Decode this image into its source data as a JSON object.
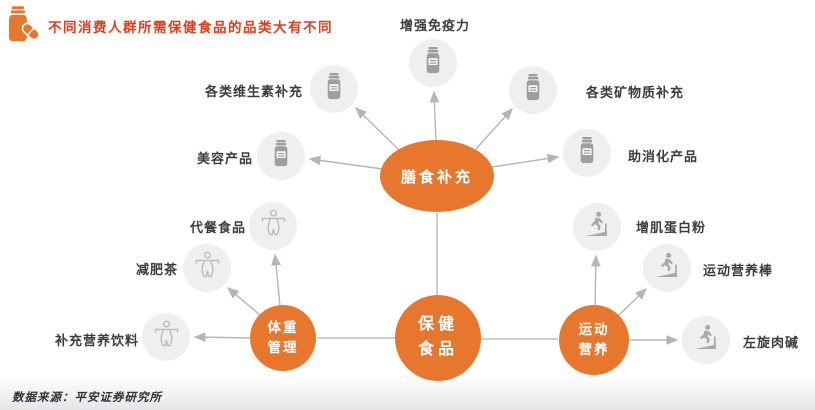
{
  "header": {
    "icon": "pill-bottle-capsule-icon",
    "title": "不同消费人群所需保健食品的品类大有不同"
  },
  "colors": {
    "accent_orange": "#E8772E",
    "title_red": "#DE3C1B",
    "item_circle_bg": "#EFEFEF",
    "icon_gray": "#9E9E9E",
    "line_gray": "#B5B5B5",
    "label_text": "#3D3D3D"
  },
  "diagram": {
    "center": {
      "label": "保健食品",
      "line1": "保健",
      "line2": "食品"
    },
    "hubs": {
      "dietary": {
        "label": "膳食补充"
      },
      "weight": {
        "label": "体重管理",
        "line1": "体重",
        "line2": "管理"
      },
      "sport": {
        "label": "运动营养",
        "line1": "运动",
        "line2": "营养"
      }
    },
    "items": [
      {
        "label": "增强免疫力",
        "icon": "pill-bottle-icon",
        "hub": "膳食补充"
      },
      {
        "label": "各类维生素补充",
        "icon": "pill-bottle-icon",
        "hub": "膳食补充"
      },
      {
        "label": "各类矿物质补充",
        "icon": "pill-bottle-icon",
        "hub": "膳食补充"
      },
      {
        "label": "美容产品",
        "icon": "pill-bottle-icon",
        "hub": "膳食补充"
      },
      {
        "label": "助消化产品",
        "icon": "pill-bottle-icon",
        "hub": "膳食补充"
      },
      {
        "label": "代餐食品",
        "icon": "body-measure-icon",
        "hub": "体重管理"
      },
      {
        "label": "减肥茶",
        "icon": "body-measure-icon",
        "hub": "体重管理"
      },
      {
        "label": "补充营养饮料",
        "icon": "body-measure-icon",
        "hub": "体重管理"
      },
      {
        "label": "增肌蛋白粉",
        "icon": "treadmill-runner-icon",
        "hub": "运动营养"
      },
      {
        "label": "运动营养棒",
        "icon": "treadmill-runner-icon",
        "hub": "运动营养"
      },
      {
        "label": "左旋肉碱",
        "icon": "treadmill-runner-icon",
        "hub": "运动营养"
      }
    ]
  },
  "footer": {
    "source": "数据来源：平安证券研究所"
  }
}
